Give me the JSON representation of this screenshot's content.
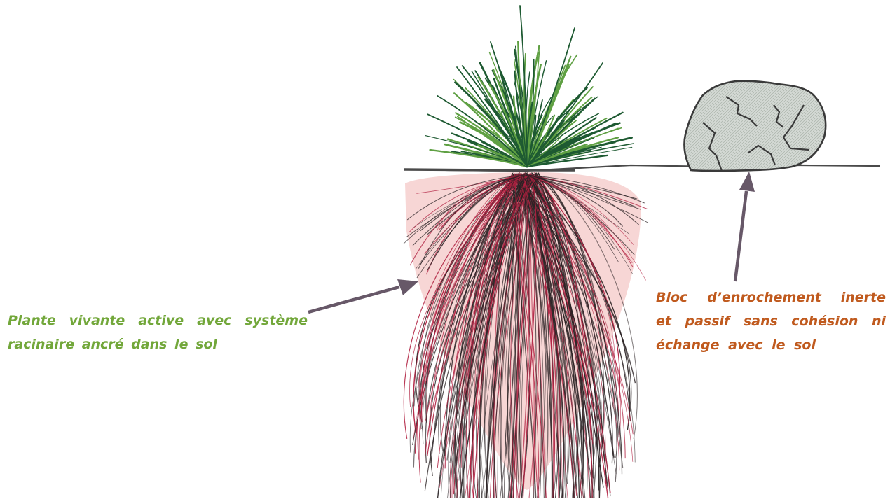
{
  "captions": {
    "plant": {
      "text": "Plante vivante active avec système racinaire ancré dans le sol",
      "color": "#72a73a"
    },
    "rock": {
      "text": "Bloc d’enrochement inerte et passif sans cohésion ni échange avec le sol",
      "color": "#c05a1e"
    }
  },
  "illustration": {
    "subjects": [
      "grass-tuft",
      "roots",
      "rock-block",
      "ground-line"
    ],
    "colors": {
      "grass_dark": "#1e5a32",
      "grass_light": "#5fa043",
      "root_dark": "#2a2224",
      "root_red": "#b02040",
      "root_wash": "#f1b5b2",
      "rock_fill": "#d4d9d4",
      "rock_outline": "#3a3a3a",
      "ground": "#4a4a4a",
      "arrow": "#675868"
    }
  }
}
